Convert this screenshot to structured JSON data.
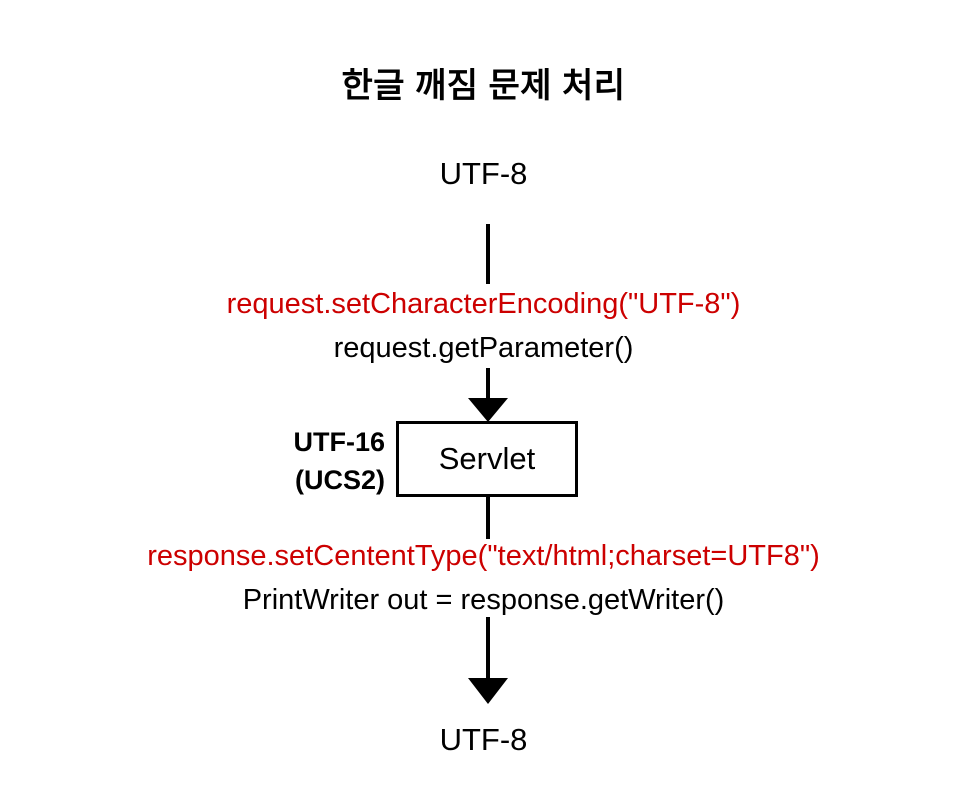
{
  "diagram": {
    "title": "한글 깨짐 문제 처리",
    "top_encoding_label": "UTF-8",
    "bottom_encoding_label": "UTF-8",
    "node_label": "Servlet",
    "side_label_line1": "UTF-16",
    "side_label_line2": "(UCS2)",
    "request_code_red": "request.setCharacterEncoding(\"UTF-8\")",
    "request_code_black": "request.getParameter()",
    "response_code_red": "response.setCententType(\"text/html;charset=UTF8\")",
    "response_code_black": "PrintWriter out = response.getWriter()",
    "colors": {
      "accent_red": "#cc0000",
      "text_black": "#000000",
      "background": "#ffffff"
    }
  }
}
